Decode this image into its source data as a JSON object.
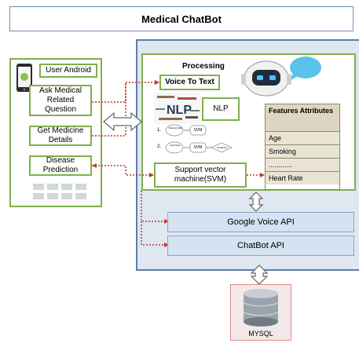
{
  "title": "Medical ChatBot",
  "left": {
    "user_android": "User Android",
    "ask": "Ask Medical Related Question",
    "medicine": "Get Medicine Details",
    "disease": "Disease Prediction"
  },
  "processing": {
    "label": "Processing",
    "voice_to_text": "Voice To Text",
    "nlp": "NLP",
    "svm_box": "Support vector machine(SVM)",
    "flow": {
      "n1": "1.",
      "n2": "2.",
      "training": "Training Data",
      "test": "Test Data",
      "svm": "SVM",
      "prediction": "Prediction"
    }
  },
  "features": {
    "header": "Features Attributes",
    "rows": [
      "Age",
      "Smoking",
      "............",
      "Heart Rate"
    ]
  },
  "apis": {
    "google": "Google Voice API",
    "chatbot": "ChatBot  API"
  },
  "db": "MYSQL",
  "colors": {
    "accent_green": "#7fb04c",
    "accent_blue": "#5b7fad",
    "dotted_red": "#c0392b"
  }
}
